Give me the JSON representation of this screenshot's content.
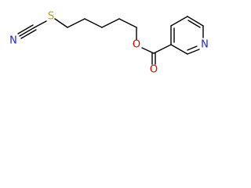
{
  "molecule": {
    "atom_labels": {
      "sulfur": "S",
      "nitrogen_thiocyanate": "N",
      "oxygen_ester": "O",
      "oxygen_carbonyl": "O",
      "nitrogen_pyridine": "N"
    },
    "colors": {
      "sulfur": "#b8a200",
      "nitrogen": "#2323d8",
      "oxygen": "#e00000",
      "bond": "#000000"
    }
  }
}
